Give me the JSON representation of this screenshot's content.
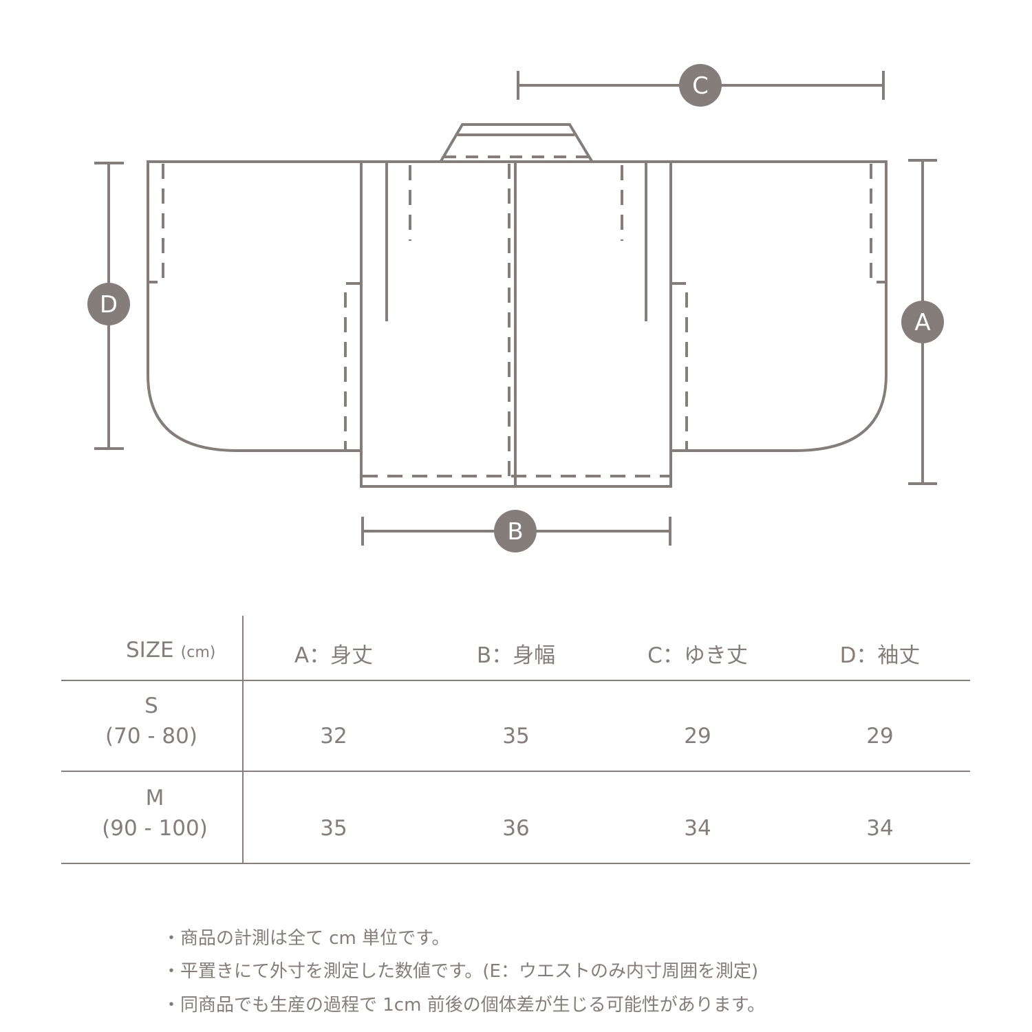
{
  "diagram": {
    "labels": {
      "a": "A",
      "b": "B",
      "c": "C",
      "d": "D"
    },
    "line_color": "#857d79"
  },
  "table": {
    "size_header": "SIZE",
    "unit": "(cm)",
    "columns": [
      "A：身丈",
      "B：身幅",
      "C：ゆき丈",
      "D：袖丈"
    ],
    "rows": [
      {
        "size": "S",
        "range": "(70 - 80)",
        "values": [
          "32",
          "35",
          "29",
          "29"
        ]
      },
      {
        "size": "M",
        "range": "(90 - 100)",
        "values": [
          "35",
          "36",
          "34",
          "34"
        ]
      }
    ]
  },
  "notes": [
    "・商品の計測は全て cm 単位です。",
    "・平置きにて外寸を測定した数値です。(E：ウエストのみ内寸周囲を測定)",
    "・同商品でも生産の過程で 1cm 前後の個体差が生じる可能性があります。"
  ]
}
